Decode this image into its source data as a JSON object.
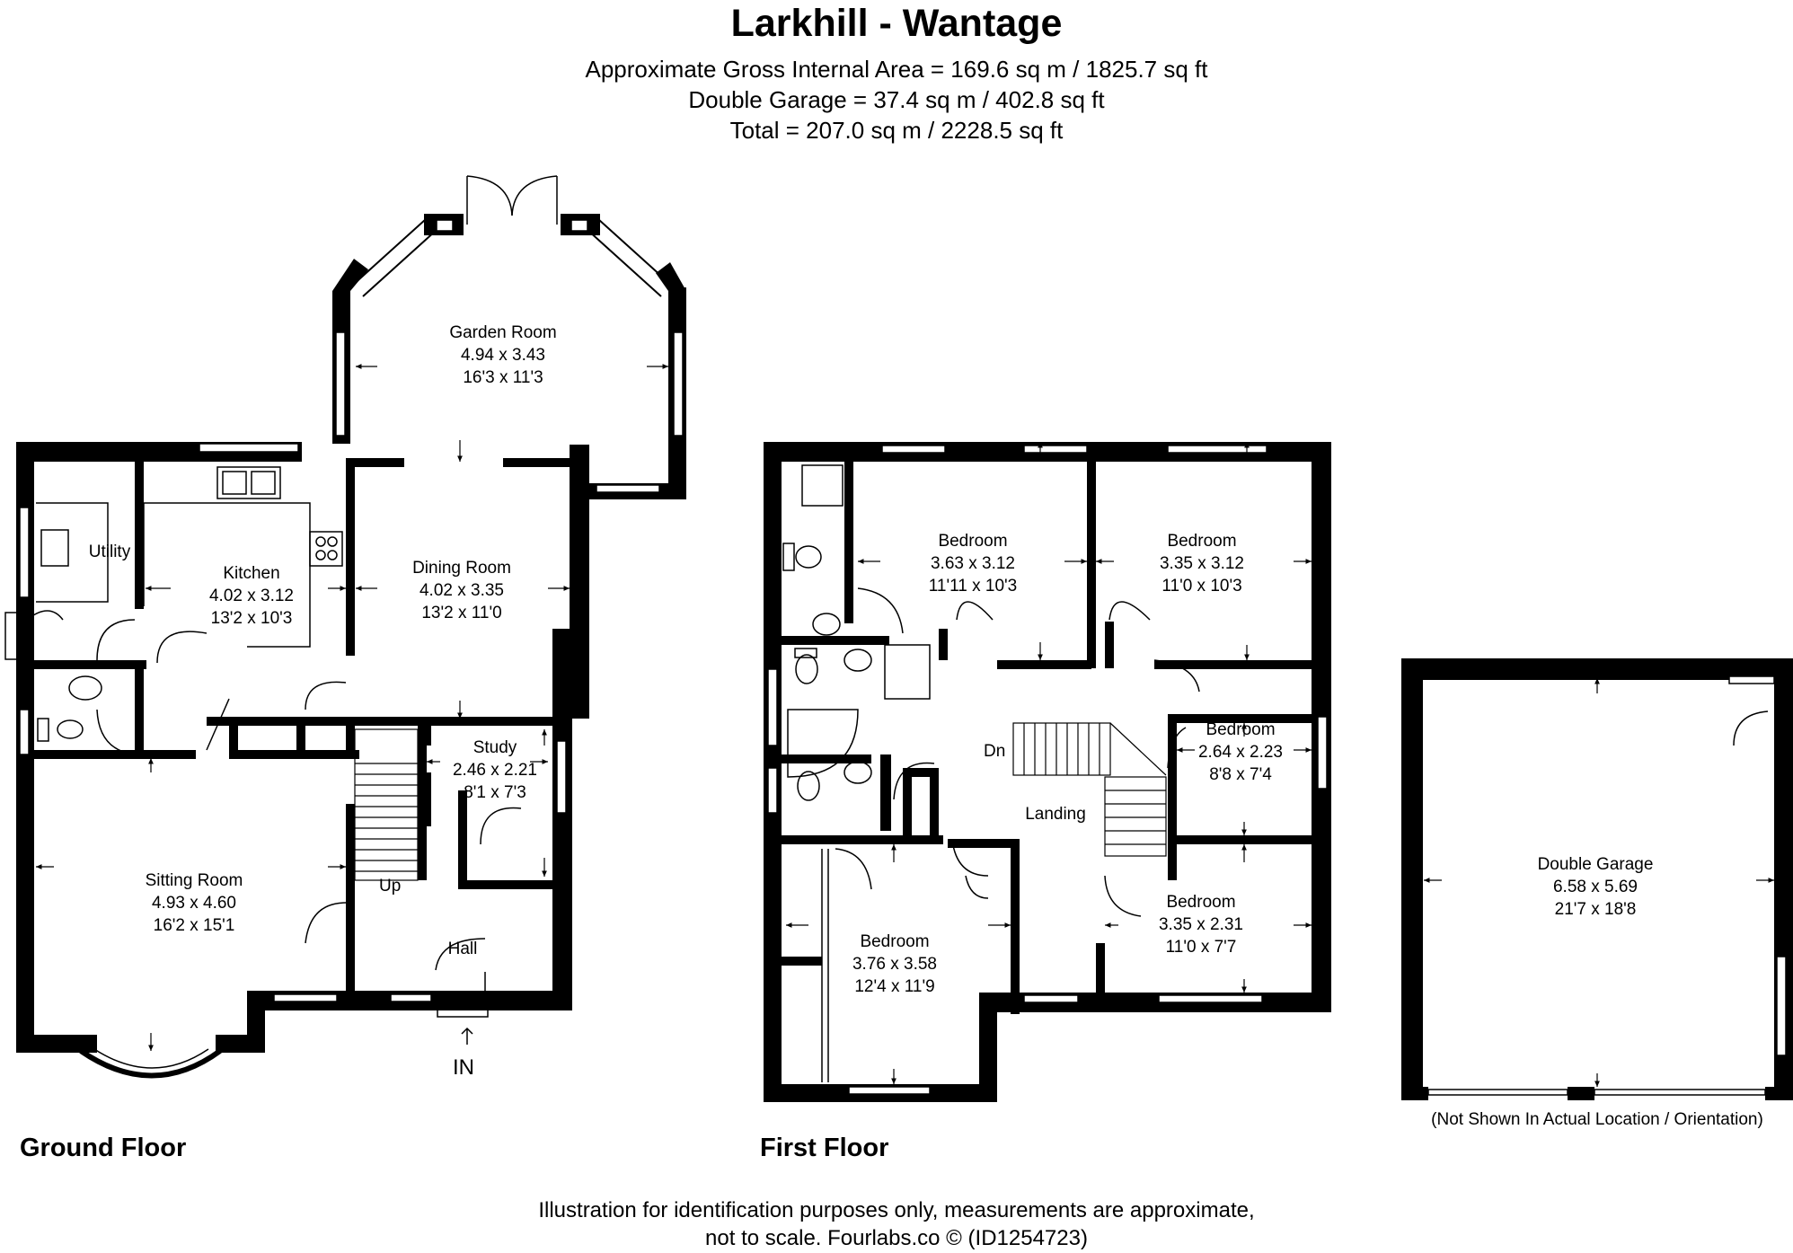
{
  "header": {
    "title": "Larkhill - Wantage",
    "area_line_1": "Approximate Gross Internal Area = 169.6 sq m / 1825.7 sq ft",
    "area_line_2": "Double Garage = 37.4 sq m / 402.8 sq ft",
    "area_line_3": "Total = 207.0 sq m / 2228.5 sq ft"
  },
  "ground_floor": {
    "label": "Ground Floor",
    "rooms": {
      "garden_room": {
        "name": "Garden Room",
        "metric": "4.94 x 3.43",
        "imperial": "16'3 x 11'3"
      },
      "utility": {
        "name": "Utility"
      },
      "kitchen": {
        "name": "Kitchen",
        "metric": "4.02 x 3.12",
        "imperial": "13'2 x 10'3"
      },
      "dining_room": {
        "name": "Dining Room",
        "metric": "4.02 x 3.35",
        "imperial": "13'2 x 11'0"
      },
      "study": {
        "name": "Study",
        "metric": "2.46 x 2.21",
        "imperial": "8'1 x 7'3"
      },
      "sitting_room": {
        "name": "Sitting Room",
        "metric": "4.93 x 4.60",
        "imperial": "16'2 x 15'1"
      },
      "hall": {
        "name": "Hall"
      }
    },
    "stairs_up": "Up",
    "entrance": "IN"
  },
  "first_floor": {
    "label": "First Floor",
    "rooms": {
      "bedroom_1": {
        "name": "Bedroom",
        "metric": "3.63 x 3.12",
        "imperial": "11'11 x 10'3"
      },
      "bedroom_2": {
        "name": "Bedroom",
        "metric": "3.35 x 3.12",
        "imperial": "11'0 x 10'3"
      },
      "bedroom_3": {
        "name": "Bedroom",
        "metric": "2.64 x 2.23",
        "imperial": "8'8 x 7'4"
      },
      "bedroom_4": {
        "name": "Bedroom",
        "metric": "3.35 x 2.31",
        "imperial": "11'0 x 7'7"
      },
      "bedroom_5": {
        "name": "Bedroom",
        "metric": "3.76 x 3.58",
        "imperial": "12'4 x 11'9"
      },
      "landing": {
        "name": "Landing"
      }
    },
    "stairs_down": "Dn"
  },
  "garage": {
    "name": "Double Garage",
    "metric": "6.58 x 5.69",
    "imperial": "21'7 x 18'8",
    "note": "(Not Shown In Actual Location / Orientation)"
  },
  "footer": {
    "line_1": "Illustration for identification purposes only, measurements are approximate,",
    "line_2": "not to scale. Fourlabs.co © (ID1254723)"
  },
  "colors": {
    "wall": "#000000",
    "window": "#ffffff",
    "background": "#ffffff"
  }
}
